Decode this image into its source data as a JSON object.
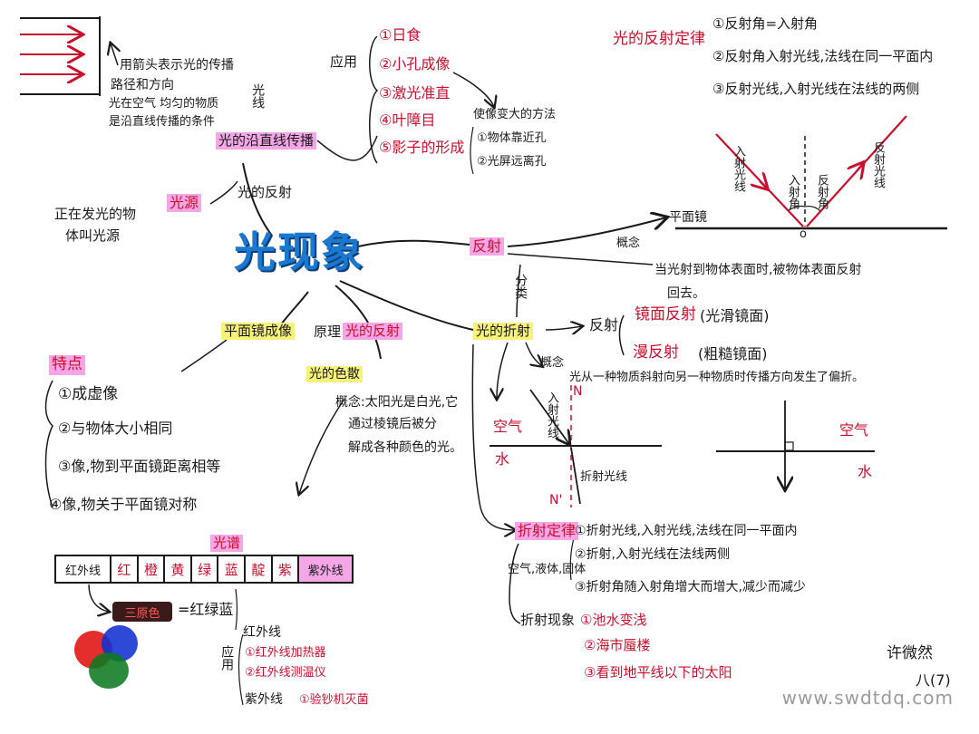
{
  "center": {
    "title": "光现象"
  },
  "propagation": {
    "header": "光的沿直线传播",
    "arrow_caption_1": "用箭头表示光的传播",
    "arrow_caption_2": "路径和方向",
    "light_ray_label": "光线",
    "condition_1": "光在空气 均匀的物质",
    "condition_2": "是沿直线传播的条件",
    "source_label": "光源",
    "source_def_1": "正在发光的物",
    "source_def_2": "体叫光源",
    "reflect_link": "光的反射"
  },
  "applications": {
    "label": "应用",
    "items": [
      "①日食",
      "②小孔成像",
      "③激光准直",
      "④叶障目",
      "⑤影子的形成"
    ],
    "zoom_title": "使像变大的方法",
    "zoom_items": [
      "①物体靠近孔",
      "②光屏远离孔"
    ]
  },
  "reflection_law": {
    "title": "光的反射定律",
    "items": [
      "①反射角=入射角",
      "②反射角入射光线,法线在同一平面内",
      "③反射光线,入射光线在法线的两侧"
    ],
    "diagram_labels": [
      "入射光线",
      "入射角",
      "反射角",
      "反射光线"
    ],
    "origin": "o"
  },
  "reflection": {
    "header": "反射",
    "mirror": "平面镜",
    "concept_label": "概念",
    "concept_1": "当光射到物体表面时,被物体表面反射",
    "concept_2": "回去。",
    "classify": "分类",
    "kind_label": "反射",
    "specular": "镜面反射",
    "specular_note": "(光滑镜面)",
    "diffuse": "漫反射",
    "diffuse_note": "(粗糙镜面)"
  },
  "refraction": {
    "header": "光的折射",
    "concept_label": "概念",
    "concept": "光从一种物质斜射向另一种物质时传播方向发生了偏折。",
    "air": "空气",
    "water": "水",
    "ray_in": "入射光线",
    "ray_out": "折射光线",
    "normal": "N",
    "normal_prime": "N'",
    "law_title": "折射定律",
    "law_items": [
      "①折射光线,入射光线,法线在同一平面内",
      "②折射,入射光线在法线两侧",
      "③折射角随入射角增大而增大,减少而减少"
    ],
    "medium_note": "空气,液体,固体",
    "phenomena_title": "折射现象",
    "phenomena": [
      "①池水变浅",
      "②海市蜃楼",
      "③看到地平线以下的太阳"
    ]
  },
  "plane_mirror": {
    "header": "平面镜成像",
    "principle": "原理",
    "principle_link": "光的反射",
    "features_title": "特点",
    "features": [
      "①成虚像",
      "②与物体大小相同",
      "③像,物到平面镜距离相等",
      "④像,物关于平面镜对称"
    ]
  },
  "dispersion": {
    "header": "光的色散",
    "concept_1": "概念:太阳光是白光,它",
    "concept_2": "通过棱镜后被分",
    "concept_3": "解成各种颜色的光。",
    "spectrum_title": "光谱",
    "spectrum": [
      "红外线",
      "红",
      "橙",
      "黄",
      "绿",
      "蓝",
      "靛",
      "紫",
      "紫外线"
    ],
    "primary_label": "三原色",
    "primary_colors": "=红绿蓝",
    "app_label": "应用",
    "ir_title": "红外线",
    "ir_items": [
      "①红外线加热器",
      "②红外线测温仪"
    ],
    "uv_title": "紫外线",
    "uv_items": [
      "①验钞机灭菌"
    ]
  },
  "signature": {
    "name": "许微然",
    "class": "八(7)"
  },
  "watermark": "www.swdtdq.com",
  "colors": {
    "red_ink": "#c8102e",
    "blue_title": "#1b78d0",
    "pink_highlight": "#f4a6e6",
    "yellow_highlight": "#f6f27a"
  }
}
